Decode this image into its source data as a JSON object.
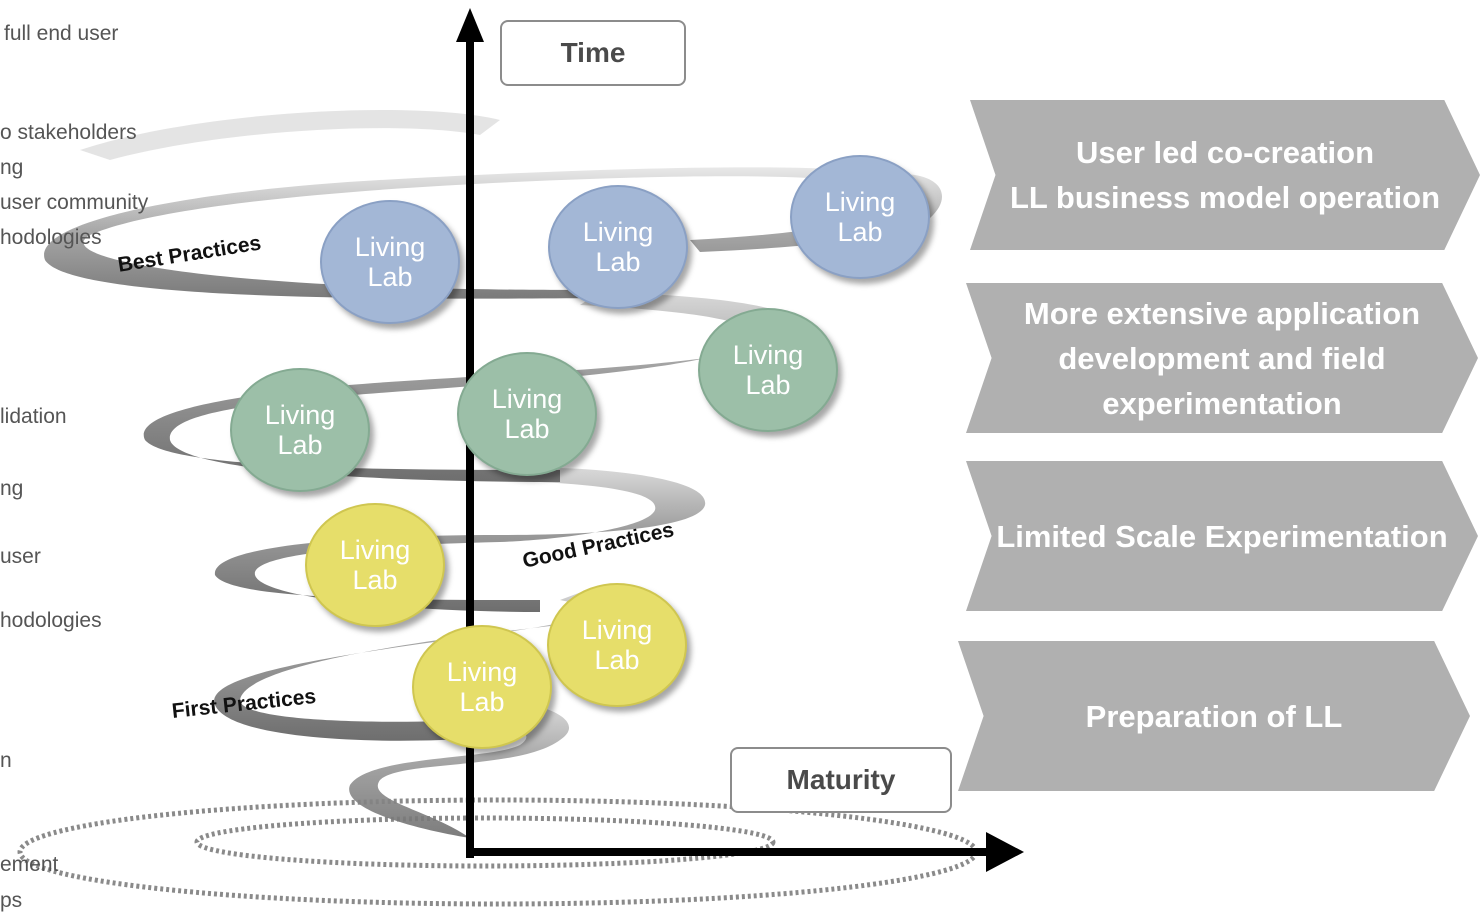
{
  "background_text": [
    "full end user",
    "o stakeholders",
    "ng",
    "user community",
    "hodologies",
    "lidation",
    "ng",
    "user",
    "hodologies",
    "n",
    "ement",
    "ps"
  ],
  "axes": {
    "time_label": "Time",
    "maturity_label": "Maturity"
  },
  "practice_labels": {
    "best": "Best Practices",
    "good": "Good Practices",
    "first": "First Practices"
  },
  "living_labs": [
    {
      "line1": "Living",
      "line2": "Lab",
      "color": "blue"
    },
    {
      "line1": "Living",
      "line2": "Lab",
      "color": "blue"
    },
    {
      "line1": "Living",
      "line2": "Lab",
      "color": "blue"
    },
    {
      "line1": "Living",
      "line2": "Lab",
      "color": "green"
    },
    {
      "line1": "Living",
      "line2": "Lab",
      "color": "green"
    },
    {
      "line1": "Living",
      "line2": "Lab",
      "color": "green"
    },
    {
      "line1": "Living",
      "line2": "Lab",
      "color": "yellow"
    },
    {
      "line1": "Living",
      "line2": "Lab",
      "color": "yellow"
    },
    {
      "line1": "Living",
      "line2": "Lab",
      "color": "yellow"
    }
  ],
  "phases": [
    {
      "line1": "User led co-creation",
      "line2": "LL business model operation"
    },
    {
      "line1": "More extensive application",
      "line2": "development and field",
      "line3": "experimentation"
    },
    {
      "line1": "Limited Scale Experimentation"
    },
    {
      "line1": "Preparation of LL"
    }
  ],
  "colors": {
    "blue": "#a3b7d6",
    "green": "#9cbfa8",
    "yellow": "#e6de6a",
    "phase_arrow": "#b0b0b0",
    "axis": "#000000"
  }
}
